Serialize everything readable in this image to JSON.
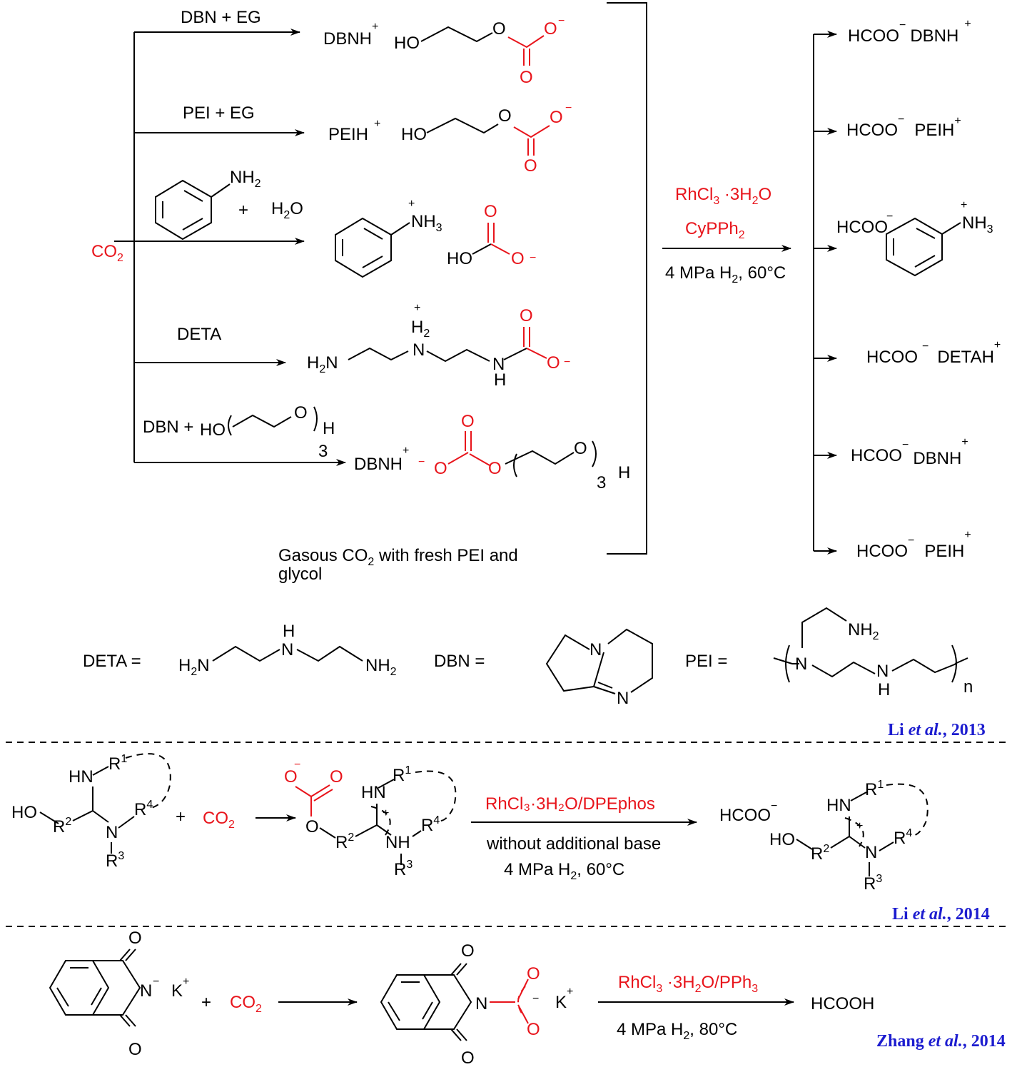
{
  "colors": {
    "reagent_red": "#e8141b",
    "citation_blue": "#1c1ccf"
  },
  "scheme1": {
    "co2": "CO",
    "co2_sub": "2",
    "routes": [
      {
        "label": "DBN + EG",
        "cation": "DBNH",
        "anion_ho": "HO",
        "o1": "O",
        "o2": "O",
        "o3": "O"
      },
      {
        "label": "PEI + EG",
        "cation": "PEIH",
        "anion_ho": "HO",
        "o1": "O",
        "o2": "O",
        "o3": "O"
      },
      {
        "label_nh2": "NH",
        "label_plus": "+",
        "label_h2o": "H",
        "label_h2o_o": "O",
        "product_nh3": "NH",
        "anion_ho": "HO",
        "o2": "O",
        "o3": "O"
      },
      {
        "label": "DETA",
        "h2n": "H",
        "h2n_n": "N",
        "nh2_h": "H",
        "nh2_n": "N",
        "nh_n": "N",
        "nh_h": "H",
        "o2": "O",
        "o3": "O"
      },
      {
        "label_dbn": "DBN + ",
        "label_ho": "HO",
        "label_o": "O",
        "label_h": "H",
        "label_3": "3",
        "cation": "DBNH",
        "o_minus": "O",
        "o_top": "O",
        "o_link": "O",
        "o_ring": "O",
        "n3": "3",
        "h": "H"
      }
    ],
    "gaseous_note_line1_a": "Gasous CO",
    "gaseous_note_line1_sub": "2",
    "gaseous_note_line1_b": " with fresh PEI and",
    "gaseous_note_line2": "glycol",
    "catalyst_line1_a": "RhCl",
    "catalyst_line1_sub": "3",
    "catalyst_line1_b": " ·3H",
    "catalyst_line1_sub2": "2",
    "catalyst_line1_c": "O",
    "catalyst_line2_a": "CyPPh",
    "catalyst_line2_sub": "2",
    "conditions_a": "4 MPa H",
    "conditions_sub": "2",
    "conditions_b": ",  60°C",
    "products": [
      {
        "formate": "HCOO",
        "cation": "DBNH"
      },
      {
        "formate": "HCOO",
        "cation": "PEIH"
      },
      {
        "formate": "HCOO",
        "cation": "NH"
      },
      {
        "formate": "HCOO",
        "cation": "DETAH"
      },
      {
        "formate": "HCOO",
        "cation": "DBNH"
      },
      {
        "formate": "HCOO",
        "cation": "PEIH"
      }
    ]
  },
  "definitions": {
    "deta_label": "DETA  =",
    "deta_h2n": "H",
    "deta_n": "N",
    "deta_nh_h": "H",
    "deta_nh_n": "N",
    "deta_nh2": "NH",
    "dbn_label": "DBN  =",
    "dbn_n1": "N",
    "dbn_n2": "N",
    "pei_label": "PEI  =",
    "pei_nh2": "NH",
    "pei_n": "N",
    "pei_nh_n": "N",
    "pei_nh_h": "H",
    "pei_n_sub": "n"
  },
  "citation1": {
    "name": "Li ",
    "etal": "et al.",
    "year": ", 2013"
  },
  "scheme2": {
    "ho": "HO",
    "hn": "HN",
    "n": "N",
    "r1": "R",
    "r2": "R",
    "r3": "R",
    "r4": "R",
    "plus": "+",
    "co2": "CO",
    "co2_sub": "2",
    "int_o_top": "O",
    "int_o_carbonyl": "O",
    "int_o_link": "O",
    "int_hn": "HN",
    "int_nh": "NH",
    "catalyst": "RhCl₃·3H₂O/DPEphos",
    "condition1": "without additional base",
    "condition2_a": "4 MPa H",
    "condition2_sub": "2",
    "condition2_b": ",  60°C",
    "formate": "HCOO",
    "prod_ho": "HO",
    "prod_hn": "HN",
    "prod_n": "N"
  },
  "citation2": {
    "name": "Li ",
    "etal": "et al.",
    "year": ", 2014"
  },
  "scheme3": {
    "o_top": "O",
    "o_bottom": "O",
    "n": "N",
    "k": "K",
    "plus": "+",
    "co2": "CO",
    "co2_sub": "2",
    "int_o_top": "O",
    "int_o_bottom": "O",
    "int_n": "N",
    "int_o1": "O",
    "int_o2": "O",
    "int_k": "K",
    "catalyst_a": "RhCl",
    "catalyst_sub": "3",
    "catalyst_b": " ·3H",
    "catalyst_sub2": "2",
    "catalyst_c": "O/PPh",
    "catalyst_sub3": "3",
    "conditions_a": "4 MPa H",
    "conditions_sub": "2",
    "conditions_b": ", 80°C",
    "product": "HCOOH"
  },
  "citation3": {
    "name": "Zhang ",
    "etal": "et al.",
    "year": ", 2014"
  }
}
